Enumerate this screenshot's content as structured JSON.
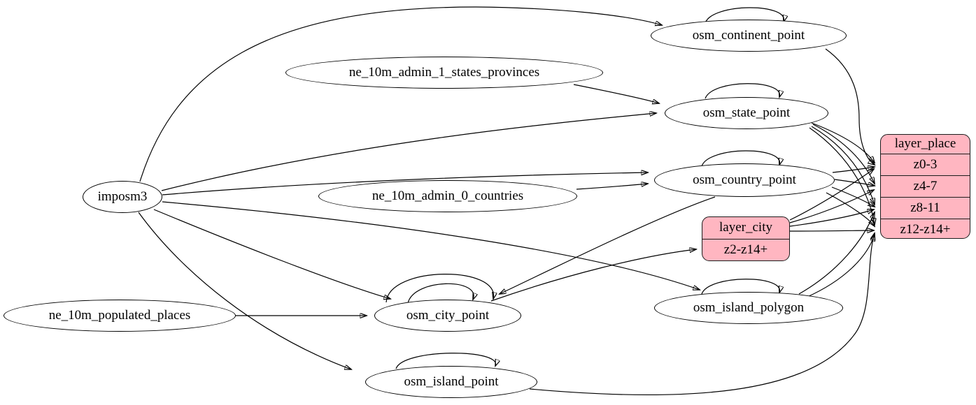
{
  "colors": {
    "record_fill": "#ffb6c1",
    "node_fill": "#ffffff",
    "edge_stroke": "#000000",
    "background": "#ffffff"
  },
  "nodes": {
    "imposm3": {
      "label": "imposm3"
    },
    "ne_10m_admin_1_states_provinces": {
      "label": "ne_10m_admin_1_states_provinces"
    },
    "ne_10m_admin_0_countries": {
      "label": "ne_10m_admin_0_countries"
    },
    "ne_10m_populated_places": {
      "label": "ne_10m_populated_places"
    },
    "osm_continent_point": {
      "label": "osm_continent_point"
    },
    "osm_state_point": {
      "label": "osm_state_point"
    },
    "osm_country_point": {
      "label": "osm_country_point"
    },
    "osm_city_point": {
      "label": "osm_city_point"
    },
    "osm_island_polygon": {
      "label": "osm_island_polygon"
    },
    "osm_island_point": {
      "label": "osm_island_point"
    }
  },
  "records": {
    "layer_city": {
      "title": "layer_city",
      "rows": [
        "z2-z14+"
      ]
    },
    "layer_place": {
      "title": "layer_place",
      "rows": [
        "z0-3",
        "z4-7",
        "z8-11",
        "z12-z14+"
      ]
    }
  },
  "edges": [
    {
      "from": "imposm3",
      "to": "osm_continent_point"
    },
    {
      "from": "imposm3",
      "to": "osm_state_point"
    },
    {
      "from": "imposm3",
      "to": "osm_country_point"
    },
    {
      "from": "imposm3",
      "to": "osm_city_point"
    },
    {
      "from": "imposm3",
      "to": "osm_island_polygon"
    },
    {
      "from": "imposm3",
      "to": "osm_island_point"
    },
    {
      "from": "ne_10m_admin_1_states_provinces",
      "to": "osm_state_point"
    },
    {
      "from": "ne_10m_admin_0_countries",
      "to": "osm_country_point"
    },
    {
      "from": "ne_10m_populated_places",
      "to": "osm_city_point"
    },
    {
      "from": "osm_continent_point",
      "to": "osm_continent_point"
    },
    {
      "from": "osm_state_point",
      "to": "osm_state_point"
    },
    {
      "from": "osm_country_point",
      "to": "osm_country_point"
    },
    {
      "from": "osm_city_point",
      "to": "osm_city_point"
    },
    {
      "from": "osm_city_point",
      "to": "osm_city_point"
    },
    {
      "from": "osm_island_polygon",
      "to": "osm_island_polygon"
    },
    {
      "from": "osm_island_point",
      "to": "osm_island_point"
    },
    {
      "from": "osm_country_point",
      "to": "osm_city_point"
    },
    {
      "from": "osm_city_point",
      "to": "layer_city",
      "field": "z2-z14+"
    },
    {
      "from": "osm_continent_point",
      "to": "layer_place",
      "field": "z0-3"
    },
    {
      "from": "osm_state_point",
      "to": "layer_place",
      "field": "z0-3"
    },
    {
      "from": "osm_state_point",
      "to": "layer_place",
      "field": "z4-7"
    },
    {
      "from": "osm_state_point",
      "to": "layer_place",
      "field": "z8-11"
    },
    {
      "from": "osm_state_point",
      "to": "layer_place",
      "field": "z12-z14+"
    },
    {
      "from": "osm_country_point",
      "to": "layer_place",
      "field": "z0-3"
    },
    {
      "from": "osm_country_point",
      "to": "layer_place",
      "field": "z4-7"
    },
    {
      "from": "osm_country_point",
      "to": "layer_place",
      "field": "z8-11"
    },
    {
      "from": "osm_country_point",
      "to": "layer_place",
      "field": "z12-z14+"
    },
    {
      "from": "layer_city",
      "to": "layer_place",
      "field": "z0-3"
    },
    {
      "from": "layer_city",
      "to": "layer_place",
      "field": "z4-7"
    },
    {
      "from": "layer_city",
      "to": "layer_place",
      "field": "z8-11"
    },
    {
      "from": "layer_city",
      "to": "layer_place",
      "field": "z12-z14+"
    },
    {
      "from": "osm_island_polygon",
      "to": "layer_place",
      "field": "z8-11"
    },
    {
      "from": "osm_island_polygon",
      "to": "layer_place",
      "field": "z12-z14+"
    },
    {
      "from": "osm_island_point",
      "to": "layer_place",
      "field": "z12-z14+"
    }
  ]
}
